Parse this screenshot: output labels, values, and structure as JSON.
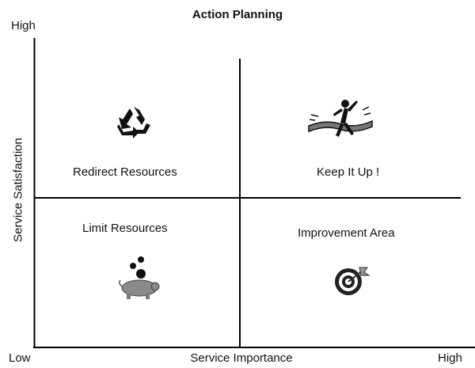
{
  "title": "Action Planning",
  "y_axis": {
    "label": "Service Satisfaction",
    "high": "High",
    "low": "Low"
  },
  "x_axis": {
    "label": "Service Importance",
    "high": "High"
  },
  "quadrants": {
    "top_left": {
      "label": "Redirect Resources",
      "icon": "recycle-icon"
    },
    "top_right": {
      "label": "Keep It Up !",
      "icon": "finish-line-runner-icon"
    },
    "bottom_left": {
      "label": "Limit Resources",
      "icon": "piggy-bank-coins-icon"
    },
    "bottom_right": {
      "label": "Improvement Area",
      "icon": "target-dart-icon"
    }
  }
}
